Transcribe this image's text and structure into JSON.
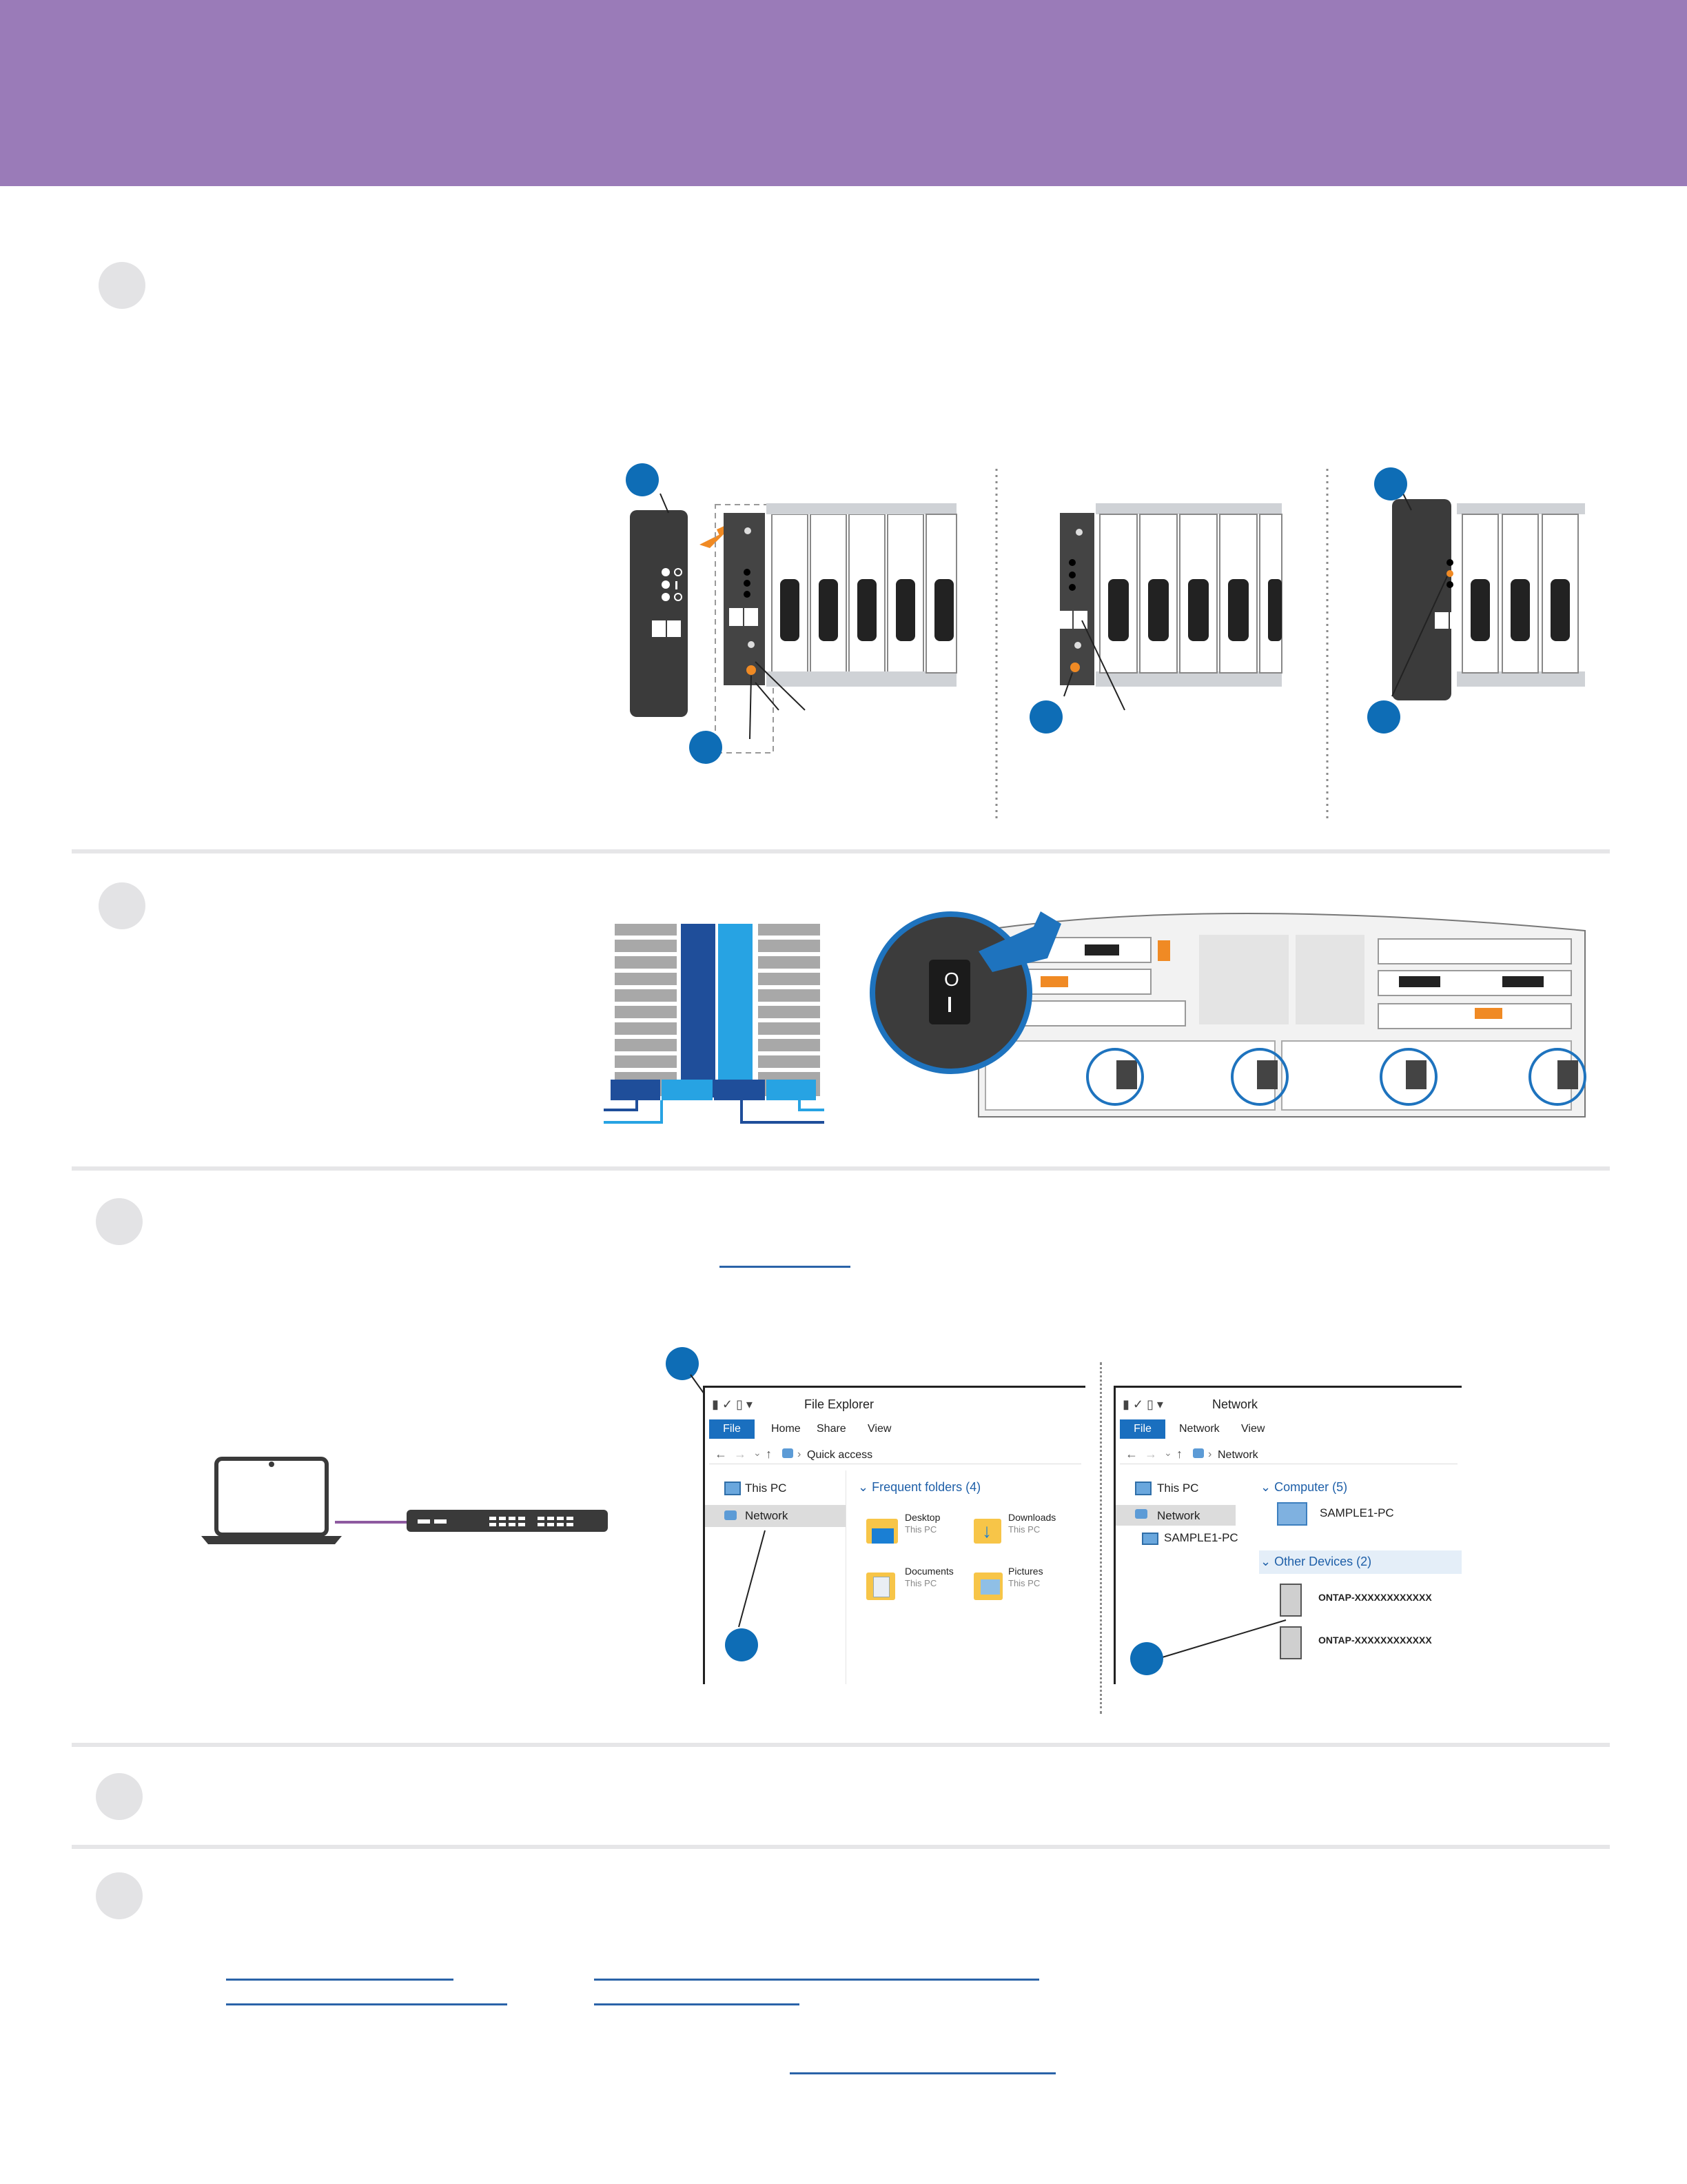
{
  "colors": {
    "banner": "#9a7bb8",
    "callout": "#0e6db6",
    "step_circle": "#e3e3e5",
    "link": "#2a63a8",
    "accent_orange": "#f08a24",
    "navy": "#1f4e9a",
    "sky": "#27a3e3"
  },
  "steps": [
    {
      "number_text": ""
    },
    {
      "number_text": ""
    },
    {
      "number_text": ""
    },
    {
      "number_text": ""
    },
    {
      "number_text": ""
    }
  ],
  "file_explorer": {
    "title": "File Explorer",
    "tabs": [
      "File",
      "Home",
      "Share",
      "View"
    ],
    "address": "Quick access",
    "nav_items": [
      "This PC",
      "Network"
    ],
    "section_header": "Frequent folders (4)",
    "folders": [
      {
        "name": "Desktop",
        "sub": "This PC"
      },
      {
        "name": "Downloads",
        "sub": "This PC"
      },
      {
        "name": "Documents",
        "sub": "This PC"
      },
      {
        "name": "Pictures",
        "sub": "This PC"
      }
    ]
  },
  "network_window": {
    "title": "Network",
    "tabs": [
      "File",
      "Network",
      "View"
    ],
    "address": "Network",
    "nav_items": [
      "This PC",
      "Network",
      "SAMPLE1-PC"
    ],
    "computer_header": "Computer (5)",
    "computer_item": "SAMPLE1-PC",
    "other_header": "Other Devices (2)",
    "devices": [
      "ONTAP-XXXXXXXXXXXX",
      "ONTAP-XXXXXXXXXXXX"
    ]
  },
  "icons": [
    "arrow-icon",
    "power-switch-icon",
    "laptop-icon",
    "network-switch-icon",
    "network-icon",
    "computer-icon",
    "folder-icon"
  ]
}
